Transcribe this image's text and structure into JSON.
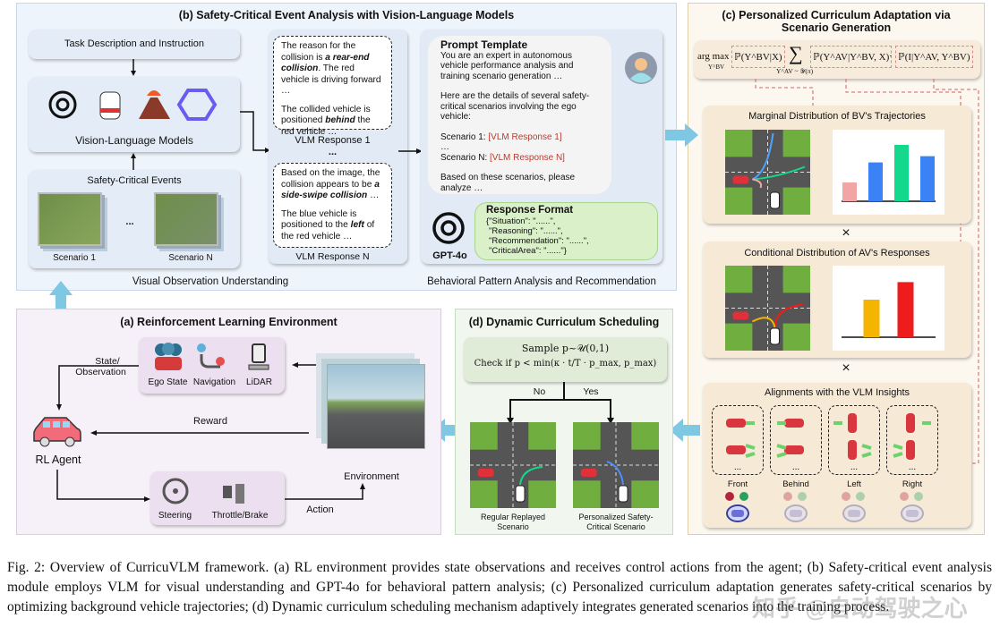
{
  "panel_b": {
    "title": "(b) Safety-Critical Event Analysis with Vision-Language Models",
    "task_box": "Task Description and Instruction",
    "vlm_label": "Vision-Language Models",
    "events_title": "Safety-Critical Events",
    "scenario_1": "Scenario 1",
    "scenario_n": "Scenario N",
    "ellipsis": "...",
    "left_caption": "Visual Observation Understanding",
    "right_caption": "Behavioral Pattern Analysis and Recommendation",
    "response_1": {
      "p1a": "The reason for the collision is ",
      "p1b": "a rear-end collision",
      "p1c": ". The red vehicle is driving forward …",
      "p2a": "The collided vehicle is positioned ",
      "p2b": "behind",
      "p2c": " the red vehicle …",
      "label": "VLM Response 1"
    },
    "response_n": {
      "p1a": "Based on the image, the collision appears to be ",
      "p1b": "a side-swipe collision",
      "p1c": " …",
      "p2a": "The blue vehicle is positioned to the ",
      "p2b": "left",
      "p2c": " of the red vehicle …",
      "label": "VLM Response N"
    },
    "prompt": {
      "title": "Prompt Template",
      "l1": "You are an expert in autonomous vehicle performance analysis and training scenario generation …",
      "l2": "Here are the details of several safety-critical scenarios involving the ego vehicle:",
      "s1a": "Scenario 1: ",
      "s1b": "[VLM Response 1]",
      "dots": "…",
      "sna": "Scenario N: ",
      "snb": "[VLM Response N]",
      "l3": "Based on these scenarios, please analyze …"
    },
    "gpt_label": "GPT-4o",
    "response_format": {
      "title": "Response Format",
      "lines": [
        "{\"Situation\": \"......\",",
        "\"Reasoning\": \"......\",",
        "\"Recommendation\": \"......\",",
        "\"CriticalArea\": \"......\"}"
      ]
    }
  },
  "panel_c": {
    "title_1": "(c) Personalized Curriculum Adaptation via",
    "title_2": "Scenario Generation",
    "formula": {
      "argmax": "arg max",
      "sub": "Y^BV",
      "t1": "ℙ(Y^BV|X)",
      "sum": "∑",
      "sumsub": "Y^AV ~ 𝒴(π)",
      "t2": "ℙ(Y^AV|Y^BV, X)",
      "dot": "·",
      "t3": "ℙ(I|Y^AV, Y^BV)"
    },
    "marginal": {
      "title": "Marginal Distribution of BV's Trajectories",
      "bars": [
        0.3,
        0.62,
        0.9,
        0.72
      ],
      "colors": [
        "#f2a5a5",
        "#3b82f6",
        "#14d98d",
        "#3b82f6"
      ]
    },
    "times": "×",
    "conditional": {
      "title": "Conditional Distribution of AV's Responses",
      "bars": [
        0.6,
        0.88
      ],
      "colors": [
        "#f5b400",
        "#ef1c1c"
      ]
    },
    "alignments": {
      "title": "Alignments with the VLM Insights",
      "items": [
        "Front",
        "Behind",
        "Left",
        "Right"
      ],
      "dots": "..."
    }
  },
  "panel_a": {
    "title": "(a) Reinforcement Learning Environment",
    "ego_state": "Ego State",
    "navigation": "Navigation",
    "lidar": "LiDAR",
    "state_obs_1": "State/",
    "state_obs_2": "Observation",
    "reward": "Reward",
    "agent": "RL Agent",
    "environment": "Environment",
    "steering": "Steering",
    "throttle": "Throttle/Brake",
    "action": "Action"
  },
  "panel_d": {
    "title": "(d) Dynamic Curriculum Scheduling",
    "sample": "Sample p~𝒰(0,1)",
    "check": "Check if p < min(κ · t/T · p_max, p_max)",
    "no": "No",
    "yes": "Yes",
    "regular_1": "Regular Replayed",
    "regular_2": "Scenario",
    "personal_1": "Personalized Safety-",
    "personal_2": "Critical Scenario"
  },
  "caption": "Fig. 2: Overview of CurricuVLM framework. (a) RL environment provides state observations and receives control actions from the agent; (b) Safety-critical event analysis module employs VLM for visual understanding and GPT-4o for behavioral pattern analysis; (c) Personalized curriculum adaptation generates safety-critical scenarios by optimizing background vehicle trajectories; (d) Dynamic curriculum scheduling mechanism adaptively integrates generated scenarios into the training process.",
  "watermark": "知乎 @自动驾驶之心",
  "colors": {
    "arrow_blue": "#7ec8e3",
    "panel_b": "#eef4fb",
    "panel_c": "#fdf8ef",
    "panel_a": "#f6f1f8",
    "panel_d": "#f1f7ef",
    "red_text": "#c0392b"
  }
}
